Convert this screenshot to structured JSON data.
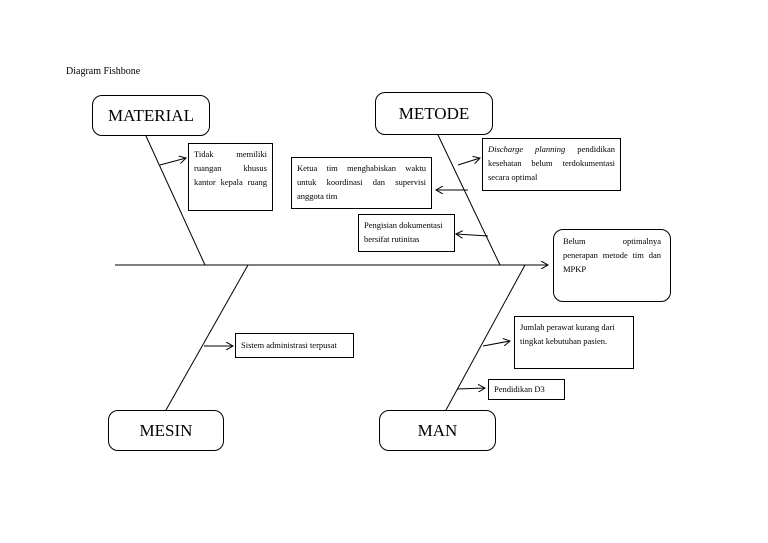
{
  "title": "Diagram Fishbone",
  "categories": {
    "material": "MATERIAL",
    "metode": "METODE",
    "mesin": "MESIN",
    "man": "MAN"
  },
  "causes": {
    "material_1": "Tidak memiliki ruangan khusus kantor kepala ruang",
    "metode_1_italic": "Discharge planning",
    "metode_1_rest": " pendidikan kesehatan belum terdokumentasi secara optimal",
    "metode_2": "Ketua tim menghabiskan waktu untuk koordinasi dan supervisi anggota tim",
    "metode_3": "Pengisian dokumentasi bersifat rutinitas",
    "mesin_1": "Sistem administrasi terpusat",
    "man_1": "Jumlah perawat kurang dari tingkat kebutuhan pasien.",
    "man_2": "Pendidikan D3"
  },
  "effect": "Belum optimalnya penerapan metode tim dan MPKP"
}
